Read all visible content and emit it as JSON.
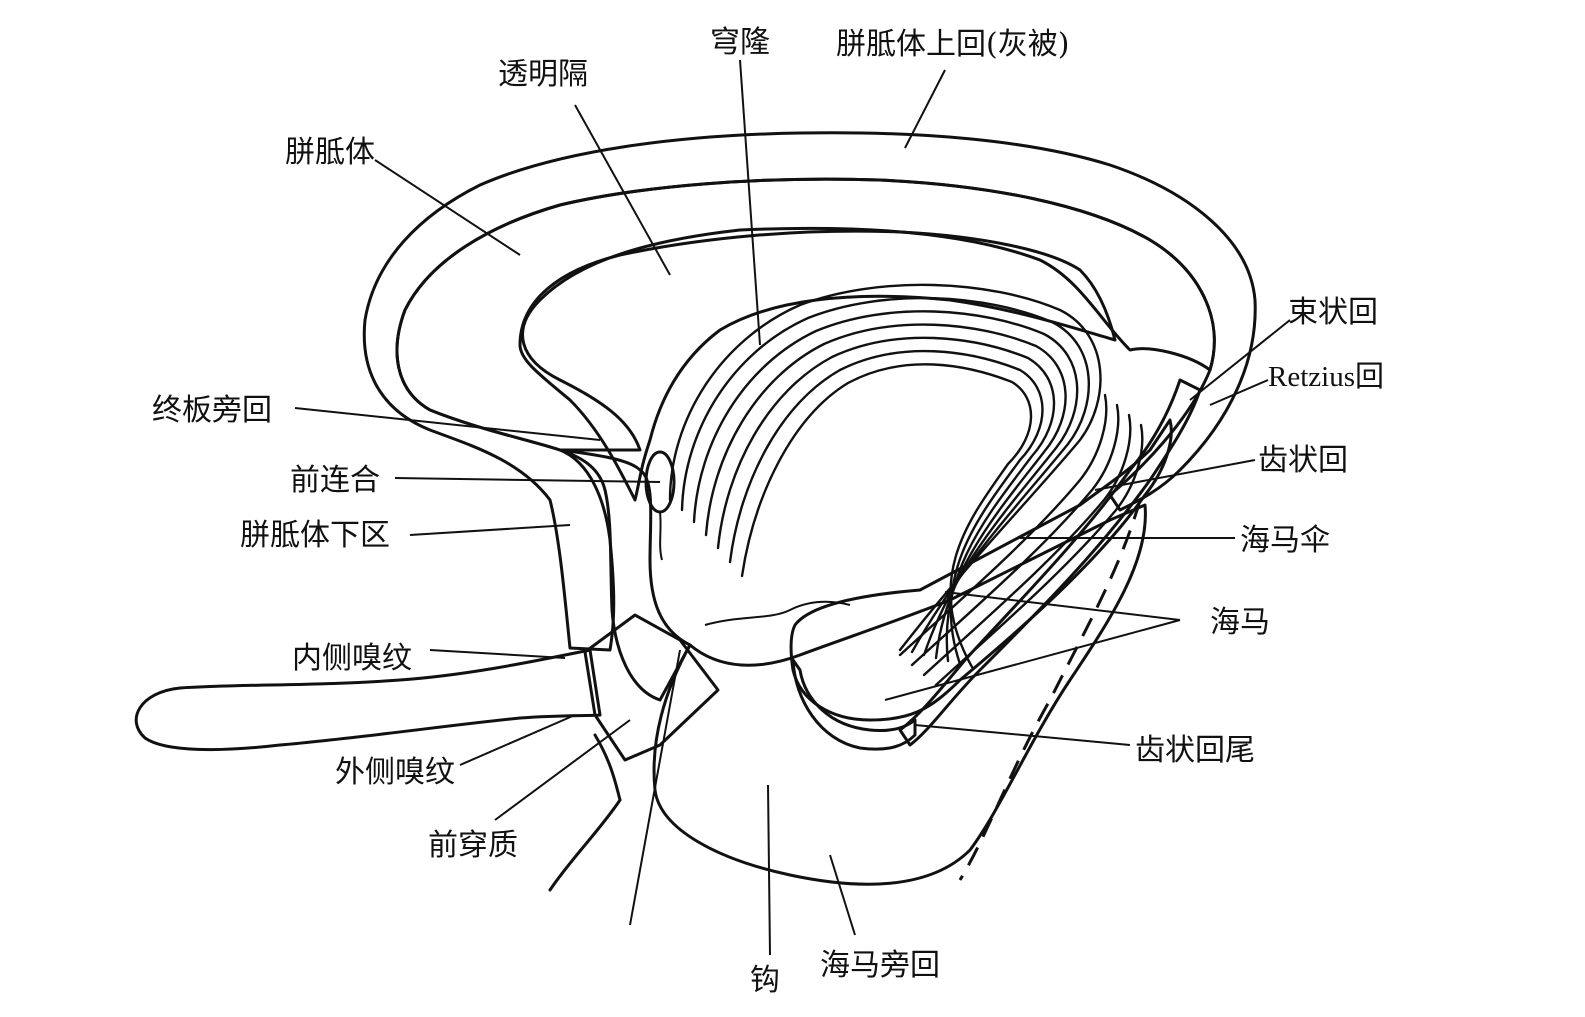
{
  "labels": {
    "fornix": "穹隆",
    "indusium": "胼胝体上回(灰被)",
    "septum": "透明隔",
    "corpus_callosum": "胼胝体",
    "fasciolar_gyrus": "束状回",
    "retzius": "Retzius回",
    "paraterminal_gyrus": "终板旁回",
    "dentate_gyrus": "齿状回",
    "anterior_commissure": "前连合",
    "subcallosal_area": "胼胝体下区",
    "fimbria": "海马伞",
    "hippocampus": "海马",
    "medial_olfactory_stria": "内侧嗅纹",
    "dentate_tail": "齿状回尾",
    "lateral_olfactory_stria": "外侧嗅纹",
    "anterior_perforated_substance": "前穿质",
    "uncus": "钩",
    "parahippocampal_gyrus": "海马旁回"
  },
  "colors": {
    "ink": "#111111",
    "paper": "#ffffff"
  }
}
